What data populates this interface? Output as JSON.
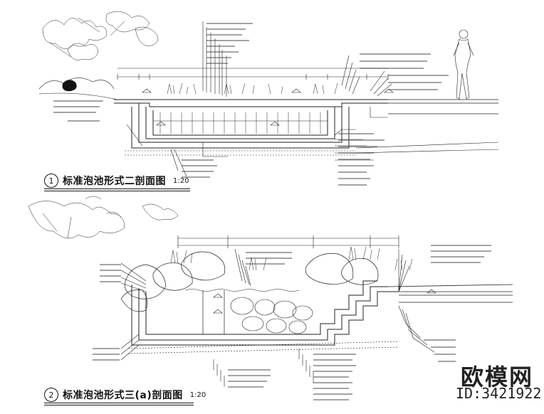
{
  "sections": [
    {
      "number": "1",
      "title": "标准泡池形式二剖面图",
      "scale": "1:20"
    },
    {
      "number": "2",
      "title": "标准泡池形式三(a)剖面图",
      "scale": "1:20"
    }
  ],
  "watermark": {
    "brand": "欧模网",
    "id": "ID:3421922"
  }
}
